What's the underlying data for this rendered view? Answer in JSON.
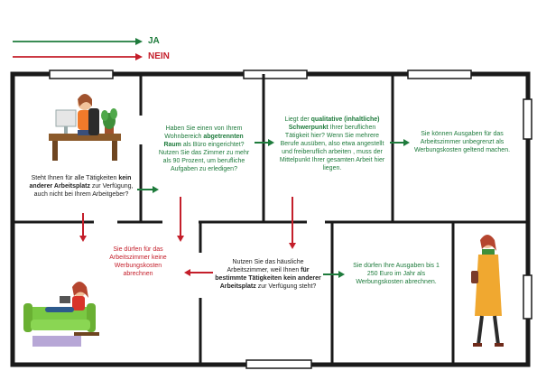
{
  "legend": {
    "yes": {
      "label": "JA",
      "color": "#1e7b3c"
    },
    "no": {
      "label": "NEIN",
      "color": "#c41e2a"
    }
  },
  "steps": {
    "q1": {
      "pre": "Steht Ihnen für alle Tätigkeiten ",
      "bold": "kein anderer Arbeitsplatz",
      "post": " zur Verfügung, auch nicht bei Ihrem Arbeitgeber?"
    },
    "q2": {
      "pre": "Haben Sie einen von Ihrem Wohnbereich ",
      "bold": "abgetrennten Raum",
      "post": " als Büro eingerichtet? Nutzen Sie das Zimmer zu mehr als 90 Prozent, um berufliche Aufgaben zu erledigen?"
    },
    "q3": {
      "pre": "Liegt der ",
      "bold": "qualitative (inhaltliche) Schwerpunkt",
      "post": " Ihrer beruflichen Tätigkeit hier? Wenn Sie mehrere Berufe ausüben, also etwa angestellt und freiberuflich arbeiten , muss der Mittelpunkt Ihrer gesamten Arbeit hier liegen."
    },
    "r_unlimited": "Sie können Ausgaben für das Arbeitszimmer unbegrenzt als Werbungskosten geltend machen.",
    "r_none": "Sie dürfen für das Arbeitszimmer keine Werbungskosten abrechnen",
    "q4": {
      "pre": "Nutzen Sie das häusliche Arbeitszimmer, weil Ihnen ",
      "bold": "für bestimmte Tätigkeiten kein anderer Arbeitsplatz",
      "post": " zur Verfügung steht?"
    },
    "r_1250": "Sie dürfen Ihre Ausgaben bis 1 250 Euro im Jahr als Werbungskosten abrechnen."
  }
}
